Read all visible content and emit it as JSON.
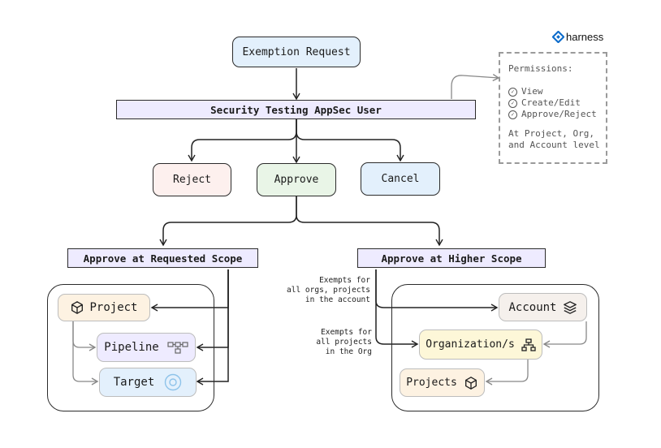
{
  "brand": {
    "name": "harness"
  },
  "nodes": {
    "exemption_request": "Exemption Request",
    "appsec_user": "Security Testing AppSec User",
    "reject": "Reject",
    "approve": "Approve",
    "cancel": "Cancel",
    "requested_scope": "Approve at Requested Scope",
    "higher_scope": "Approve at Higher Scope",
    "project": "Project",
    "pipeline": "Pipeline",
    "target": "Target",
    "account": "Account",
    "organizations": "Organization/s",
    "projects": "Projects"
  },
  "notes": {
    "account_note": [
      "Exempts for",
      "all orgs, projects",
      "in the account"
    ],
    "org_note": [
      "Exempts for",
      "all projects",
      "in the Org"
    ]
  },
  "permissions": {
    "title": "Permissions:",
    "items": [
      "View",
      "Create/Edit",
      "Approve/Reject"
    ],
    "scope": [
      "At Project, Org,",
      "and Account level"
    ]
  },
  "colors": {
    "request": "#e3f0fc",
    "reject": "#fdf0ee",
    "approve": "#e9f5e7",
    "cancel": "#e3f0fc",
    "bar": "#eeebff",
    "project": "#fdf2e2",
    "pipeline": "#eeebff",
    "target": "#e3f0fc",
    "account": "#f5f0ec",
    "organization": "#fdf7d8",
    "projects": "#fdf2e2"
  },
  "icons": {
    "project": "cube-icon",
    "pipeline": "pipeline-icon",
    "target": "target-icon",
    "account": "layers-icon",
    "organization": "hierarchy-icon",
    "projects": "cube-icon"
  }
}
